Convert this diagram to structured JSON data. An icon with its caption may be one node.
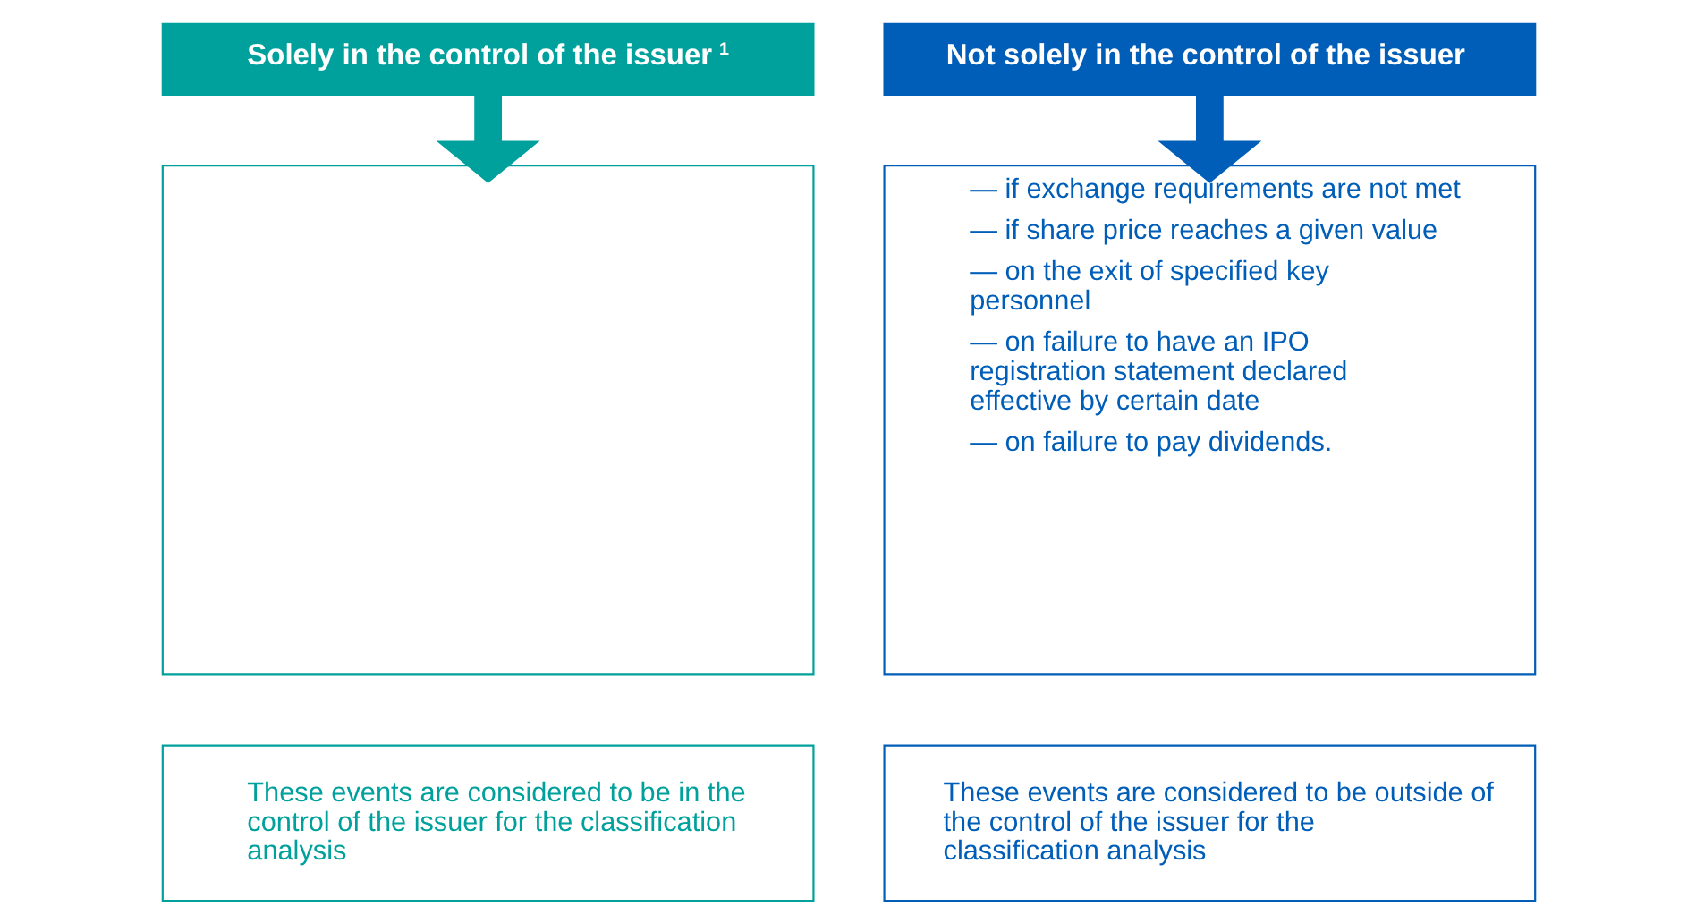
{
  "diagram": {
    "nodes": [
      {
        "text": [
          "Solely in the control of the issuer$^{1}$"
        ]
      },
      {
        "text": [
          "Not solely in the control of the issuer"
        ]
      },
      {
        "text": [],
        "shape": "box"
      },
      {
        "text": [
          "— if exchange requirements are not met",
          "— if share price reaches a given value",
          "— on the exit of specified key personnel",
          "— on failure to have an IPO registration statement declared effective by certain date",
          "— on failure to pay dividends."
        ]
      },
      {
        "text": [
          "These events are considered to be in the control of the issuer for the classification analysis"
        ]
      },
      {
        "text": [
          "These events are considered to be outside of the control of the issuer for the classification analysis"
        ]
      }
    ],
    "edges": [
      {
        "from": 0,
        "to": 2,
        "arrow": "to",
        "color": "#00a19c"
      },
      {
        "from": 1,
        "to": 3,
        "arrow": "to",
        "color": "#005eb8"
      }
    ]
  }
}
